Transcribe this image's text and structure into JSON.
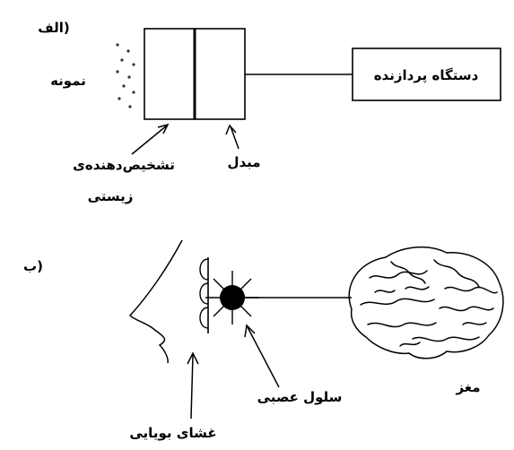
{
  "part_a": {
    "marker": "الف)",
    "sample": "نمونه",
    "bio_recognizer_line1": "تشخیص‌دهنده‌ی",
    "bio_recognizer_line2": "زیستی",
    "transducer": "مبدل",
    "processor": "دستگاه پردازنده"
  },
  "part_b": {
    "marker": "ب)",
    "neuron": "سلول عصبی",
    "olfactory_membrane": "غشای بویایی",
    "brain": "مغز"
  }
}
